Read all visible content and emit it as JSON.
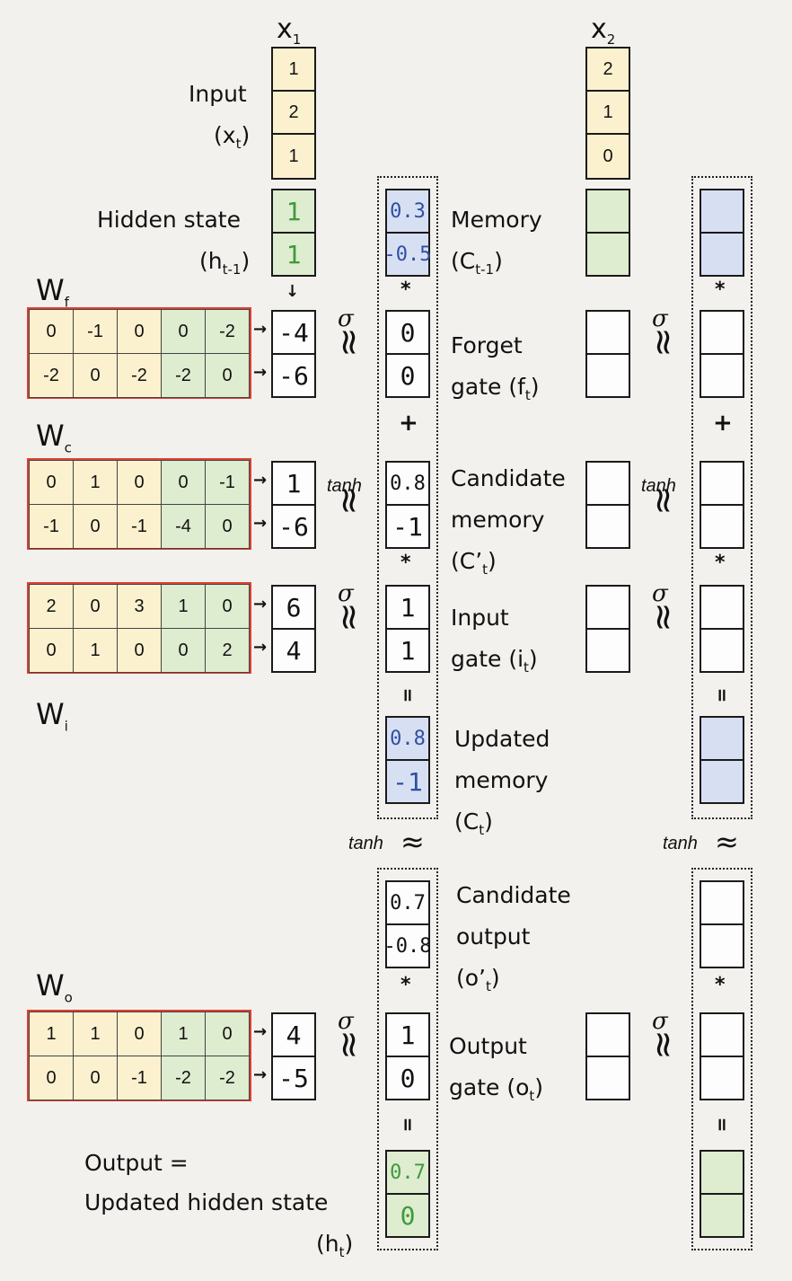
{
  "labels": {
    "x1": "x",
    "x1_sub": "1",
    "x2": "x",
    "x2_sub": "2",
    "input": "Input",
    "input_sym": "(x",
    "input_sub": "t",
    "hidden": "Hidden state",
    "hidden_sym": "(h",
    "hidden_sub": "t-1",
    "memory": "Memory",
    "memory_sym": "(C",
    "memory_sub": "t-1",
    "forget1": "Forget",
    "forget2": "gate (f",
    "forget_sub": "t",
    "cand1": "Candidate",
    "cand2": "memory",
    "cand3": "(C’",
    "cand_sub": "t",
    "inp1": "Input",
    "inp2": "gate (i",
    "inp_sub": "t",
    "upd1": "Updated",
    "upd2": "memory",
    "upd3": "(C",
    "upd_sub": "t",
    "cout1": "Candidate",
    "cout2": "output",
    "cout3": "(o’",
    "cout_sub": "t",
    "outg1": "Output",
    "outg2": "gate (o",
    "outg_sub": "t",
    "output1": "Output =",
    "output2": "Updated hidden state",
    "output3": "(h",
    "output_sub": "t",
    "close": ")",
    "Wf": "W",
    "Wf_sub": "f",
    "Wc": "W",
    "Wc_sub": "c",
    "Wi": "W",
    "Wi_sub": "i",
    "Wo": "W",
    "Wo_sub": "o",
    "sigma": "σ",
    "tanh": "tanh",
    "approx": "≈",
    "star": "*",
    "plus": "+",
    "equals": "=",
    "arrow": "→",
    "down": "↓"
  },
  "x1": [
    "1",
    "2",
    "1"
  ],
  "x2": [
    "2",
    "1",
    "0"
  ],
  "h_prev": [
    "1",
    "1"
  ],
  "memory_prev": [
    "0.3",
    "-0.5"
  ],
  "weights": {
    "Wf": [
      [
        "0",
        "-1",
        "0",
        "0",
        "-2"
      ],
      [
        "-2",
        "0",
        "-2",
        "-2",
        "0"
      ]
    ],
    "Wc": [
      [
        "0",
        "1",
        "0",
        "0",
        "-1"
      ],
      [
        "-1",
        "0",
        "-1",
        "-4",
        "0"
      ]
    ],
    "Wi": [
      [
        "2",
        "0",
        "3",
        "1",
        "0"
      ],
      [
        "0",
        "1",
        "0",
        "0",
        "2"
      ]
    ],
    "Wo": [
      [
        "1",
        "1",
        "0",
        "1",
        "0"
      ],
      [
        "0",
        "0",
        "-1",
        "-2",
        "-2"
      ]
    ]
  },
  "pre": {
    "f": [
      "-4",
      "-6"
    ],
    "c": [
      "1",
      "-6"
    ],
    "i": [
      "6",
      "4"
    ],
    "o": [
      "4",
      "-5"
    ]
  },
  "gates": {
    "f": [
      "0",
      "0"
    ],
    "c": [
      "0.8",
      "-1"
    ],
    "i": [
      "1",
      "1"
    ],
    "updated": [
      "0.8",
      "-1"
    ],
    "cand_out": [
      "0.7",
      "-0.8"
    ],
    "o": [
      "1",
      "0"
    ],
    "h": [
      "0.7",
      "0"
    ]
  },
  "colors": {
    "input": "#fbf1cf",
    "hidden": "#deecd0",
    "memory": "#d7e0f3",
    "weight_border": "#e04030",
    "blue_text": "#2f4fa3",
    "green_text": "#3e9a3a"
  }
}
